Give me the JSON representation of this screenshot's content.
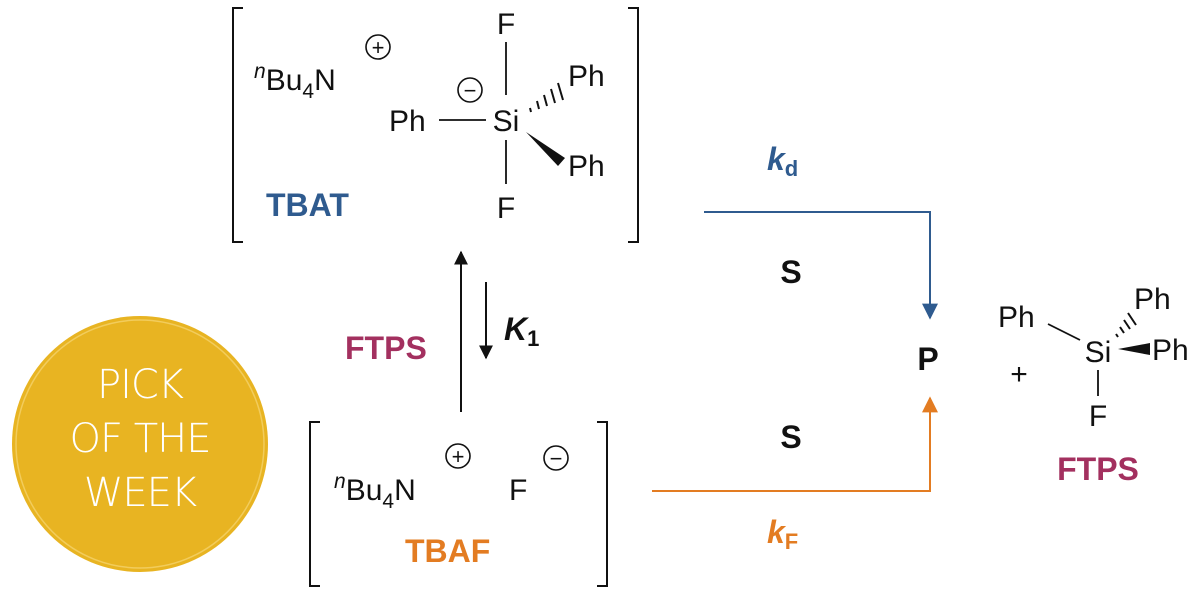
{
  "colors": {
    "tbat_blue": "#2f5b8f",
    "tbaf_orange": "#e37c22",
    "ftps_magenta": "#a3305f",
    "badge_gold": "#e8b422",
    "ink": "#111111"
  },
  "badge": {
    "line1": "PICK",
    "line2": "OF THE",
    "line3": "WEEK"
  },
  "tbat": {
    "name": "TBAT",
    "cation_prefix": "n",
    "cation_main": "Bu",
    "cation_sub": "4",
    "cation_suffix": "N",
    "plus": "+",
    "minus": "−",
    "f_top": "F",
    "f_bottom": "F",
    "si": "Si",
    "ph_left": "Ph",
    "ph_upper_right": "Ph",
    "ph_lower_right": "Ph"
  },
  "tbaf": {
    "name": "TBAF",
    "cation_prefix": "n",
    "cation_main": "Bu",
    "cation_sub": "4",
    "cation_suffix": "N",
    "plus": "+",
    "anion": "F",
    "minus": "−"
  },
  "equilibrium": {
    "k_symbol": "K",
    "k_subscript": "1",
    "reagent": "FTPS"
  },
  "rates": {
    "kd_symbol": "k",
    "kd_subscript": "d",
    "kf_symbol": "k",
    "kf_subscript": "F",
    "substrate_top": "S",
    "substrate_bottom": "S"
  },
  "product": {
    "label": "P",
    "plus": "+",
    "si": "Si",
    "ph_left": "Ph",
    "ph_upper_right": "Ph",
    "ph_right": "Ph",
    "f": "F",
    "name": "FTPS"
  }
}
